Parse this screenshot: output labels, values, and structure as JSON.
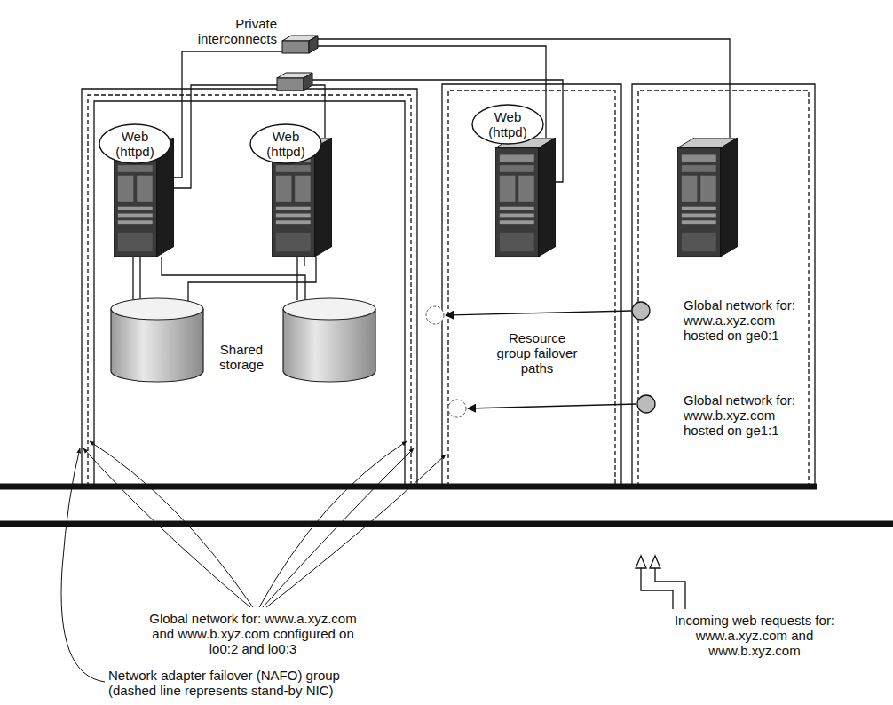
{
  "diagram": {
    "nodes": [
      {
        "text": [
          "Web (httpd)"
        ]
      },
      {
        "text": [
          "Web (httpd)"
        ]
      },
      {
        "text": [
          "Web (httpd)"
        ]
      }
    ],
    "labels": [
      "Private interconnects",
      "Shared storage",
      "Resource group failover paths",
      "Global network for: www.a.xyz.com hosted on ge0:1",
      "Global network for: www.b.xyz.com hosted on ge1:1",
      "Global network for: www.a.xyz.com and www.b.xyz.com configured on lo0:2 and lo0:3",
      "Incoming web requests for: www.a.xyz.com and www.b.xyz.com",
      "Network adapter failover (NAFO) group (dashed line represents stand-by NIC)"
    ]
  }
}
